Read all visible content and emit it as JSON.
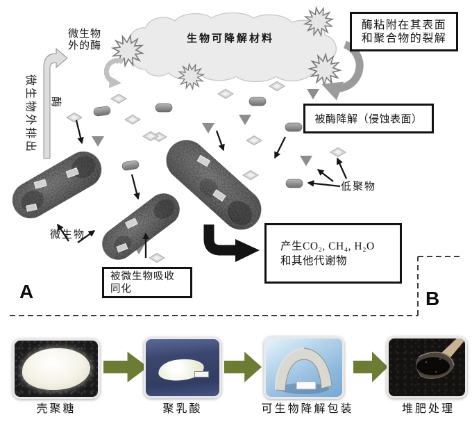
{
  "figure": {
    "panel_a": {
      "marker": "A",
      "cloud_label": "生物可降解材料",
      "extracellular_enzyme": {
        "lines": [
          "微生物",
          "外的酶"
        ]
      },
      "secretion_label": "微生物外排出",
      "enzyme_label": "酶",
      "adhesion_box": {
        "lines": [
          "酶粘附在其表面",
          "和聚合物的裂解"
        ]
      },
      "degradation_box": "被酶降解（侵蚀表面）",
      "products_box": {
        "lines": [
          "产生CO₂, CH₄, H₂O",
          "和其他代谢物"
        ]
      },
      "assimilation_box": {
        "lines": [
          "被微生物吸收",
          "同化"
        ]
      },
      "microbe_label": "微生物",
      "oligomer_label": "低聚物"
    },
    "panel_b": {
      "marker": "B",
      "steps": [
        {
          "name": "chitosan-powder-photo",
          "label": "壳聚糖"
        },
        {
          "name": "pla-pellets-photo",
          "label": "聚乳酸"
        },
        {
          "name": "biodegradable-packaging-photo",
          "label": "可生物降解包装"
        },
        {
          "name": "compost-photo",
          "label": "堆肥处理"
        }
      ]
    },
    "colors": {
      "process_arrow_green": "#6d7c35",
      "box_border": "#111111",
      "diagram_gray": "#9b9b9b"
    },
    "icons": {
      "enzyme_starburst": "jagged 12-point star",
      "monomer_diamond": "flat light-gray diamond",
      "fragment_triangle": "gray downward triangle",
      "oligomer_capsule": "gray rounded pill",
      "microbe_rod": "textured rod-shaped bacterium"
    }
  }
}
